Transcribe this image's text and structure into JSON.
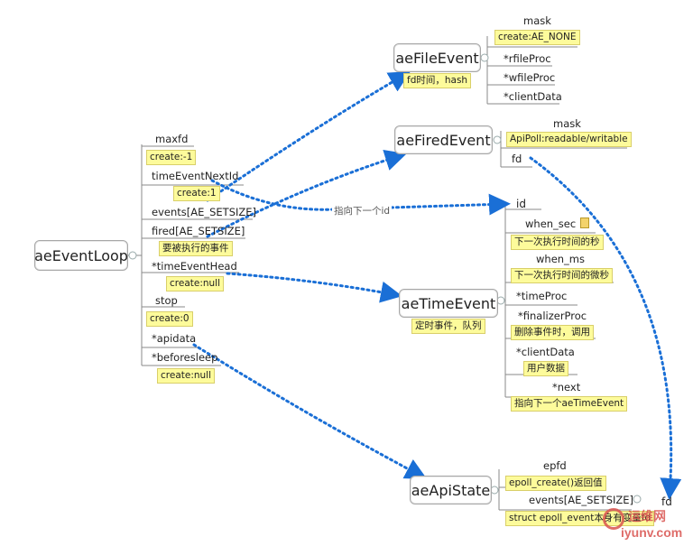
{
  "nodes": {
    "event_loop": "aeEventLoop",
    "file_event": "aeFileEvent",
    "fired_event": "aeFiredEvent",
    "time_event": "aeTimeEvent",
    "api_state": "aeApiState"
  },
  "event_loop_fields": {
    "maxfd": "maxfd",
    "maxfd_note": "create:-1",
    "time_event_next_id": "timeEventNextId",
    "time_event_next_id_note": "create:1",
    "events": "events[AE_SETSIZE]",
    "fired": "fired[AE_SETSIZE]",
    "fired_note": "要被执行的事件",
    "time_event_head": "*timeEventHead",
    "time_event_head_note": "create:null",
    "stop": "stop",
    "stop_note": "create:0",
    "apidata": "*apidata",
    "beforesleep": "*beforesleep",
    "beforesleep_note": "create:null"
  },
  "file_event_fields": {
    "note": "fd时间，hash",
    "mask": "mask",
    "mask_note": "create:AE_NONE",
    "rfileproc": "*rfileProc",
    "wfileproc": "*wfileProc",
    "clientdata": "*clientData"
  },
  "fired_event_fields": {
    "mask": "mask",
    "mask_note": "ApiPoll:readable/writable",
    "fd": "fd"
  },
  "time_event_fields": {
    "note": "定时事件，队列",
    "id": "id",
    "when_sec": "when_sec",
    "when_sec_note": "下一次执行时间的秒",
    "when_ms": "when_ms",
    "when_ms_note": "下一次执行时间的微秒",
    "timeproc": "*timeProc",
    "finalizerproc": "*finalizerProc",
    "finalizerproc_note": "删除事件时，调用",
    "clientdata": "*clientData",
    "clientdata_note": "用户数据",
    "next": "*next",
    "next_note": "指向下一个aeTimeEvent"
  },
  "api_state_fields": {
    "epfd": "epfd",
    "epfd_note": "epoll_create()返回值",
    "events": "events[AE_SETSIZE]",
    "events_note": "struct epoll_event本身有变量fd",
    "fd": "fd"
  },
  "connector_label": "指向下一个id",
  "watermark": {
    "text1": "运维网",
    "text2": "iyunv.com"
  },
  "colors": {
    "arrow": "#1a6fd6",
    "line": "#8a8a8a",
    "note_bg": "#fdfb9b",
    "watermark": "#d9534f"
  }
}
